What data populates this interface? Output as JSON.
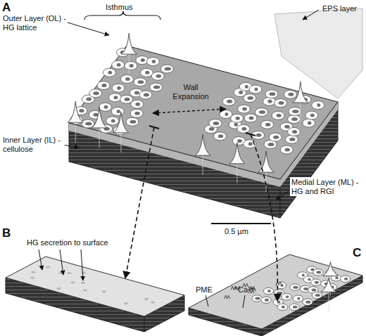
{
  "diagram": {
    "labels": [
      "A",
      "Outer Layer (OL) - HG lattice",
      "Isthmus",
      "EPS layer",
      "Wall Expansion",
      "Inner Layer (IL) - cellulose",
      "Medial Layer (ML) - HG and RGI",
      "0.5 µm",
      "B",
      "HG secretion to surface",
      "C",
      "PME",
      "Ca²⁺"
    ]
  }
}
